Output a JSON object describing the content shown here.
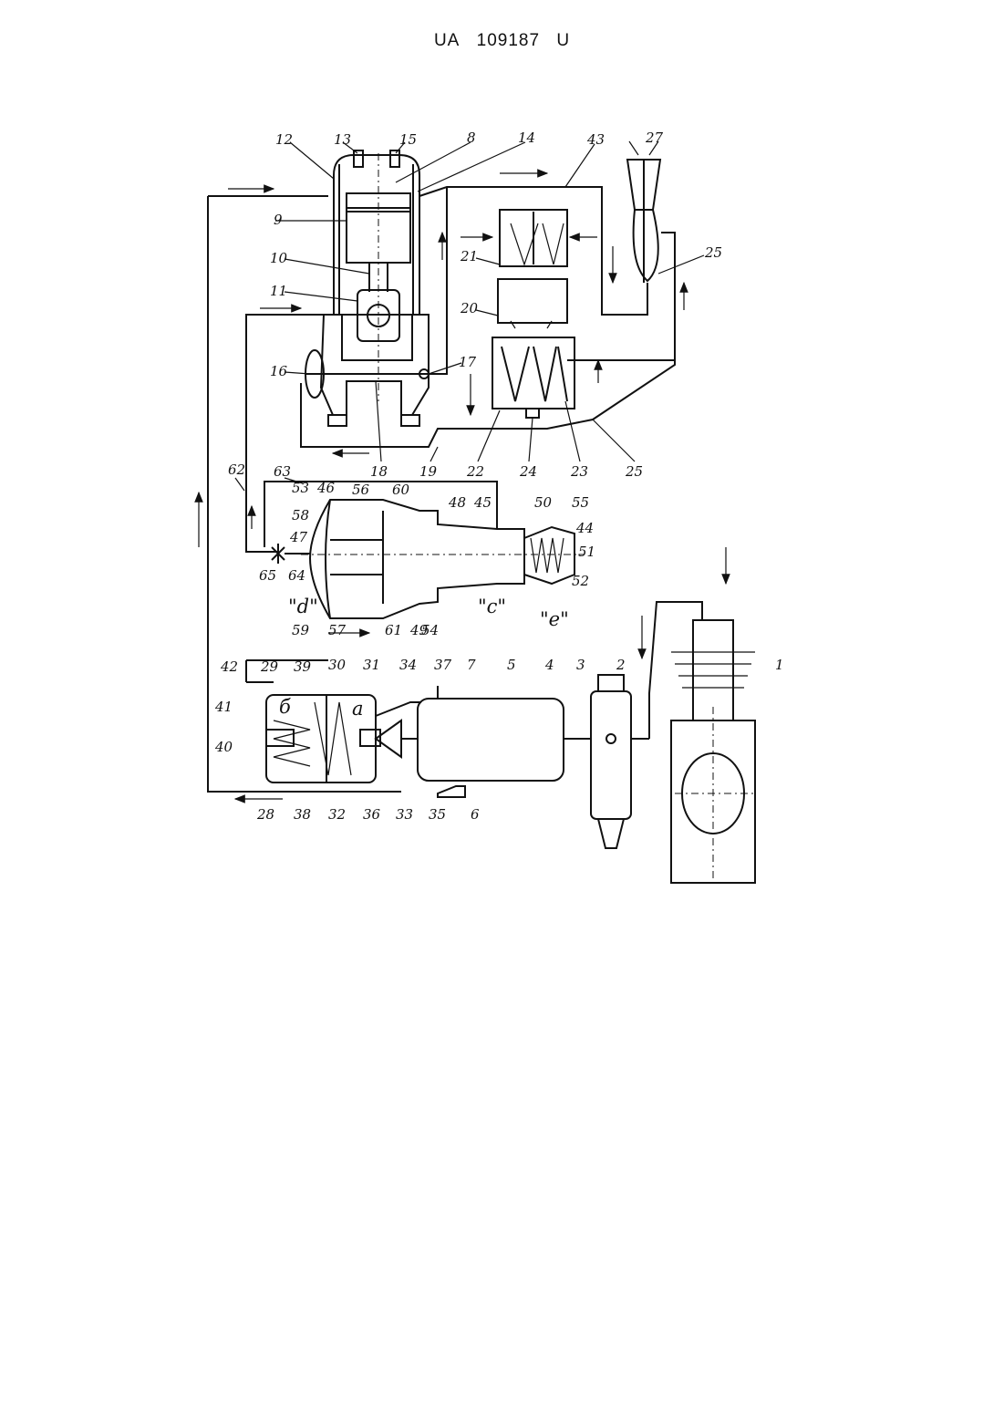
{
  "header": {
    "country": "UA",
    "number": "109187",
    "kind": "U"
  },
  "labels": {
    "n1": "1",
    "n2": "2",
    "n3": "3",
    "n4": "4",
    "n5": "5",
    "n6": "6",
    "n7": "7",
    "n8": "8",
    "n9": "9",
    "n10": "10",
    "n11": "11",
    "n12": "12",
    "n13": "13",
    "n14": "14",
    "n15": "15",
    "n16": "16",
    "n17": "17",
    "n18": "18",
    "n19": "19",
    "n20": "20",
    "n21": "21",
    "n22": "22",
    "n23": "23",
    "n24": "24",
    "n25a": "25",
    "n25b": "25",
    "n27": "27",
    "n28": "28",
    "n29": "29",
    "n30": "30",
    "n31": "31",
    "n32": "32",
    "n33": "33",
    "n34": "34",
    "n35": "35",
    "n36": "36",
    "n37": "37",
    "n38": "38",
    "n39": "39",
    "n40": "40",
    "n41": "41",
    "n42": "42",
    "n43": "43",
    "n44": "44",
    "n45": "45",
    "n46": "46",
    "n47": "47",
    "n48": "48",
    "n49": "49",
    "n50": "50",
    "n51": "51",
    "n52": "52",
    "n53": "53",
    "n54": "54",
    "n55": "55",
    "n56": "56",
    "n57": "57",
    "n58": "58",
    "n59": "59",
    "n60": "60",
    "n61": "61",
    "n62": "62",
    "n63": "63",
    "n64": "64",
    "n65": "65",
    "chamber_a1": "a",
    "chamber_b": "б",
    "chamber_c": "\"c\"",
    "chamber_d": "\"d\"",
    "chamber_e": "\"e\""
  }
}
